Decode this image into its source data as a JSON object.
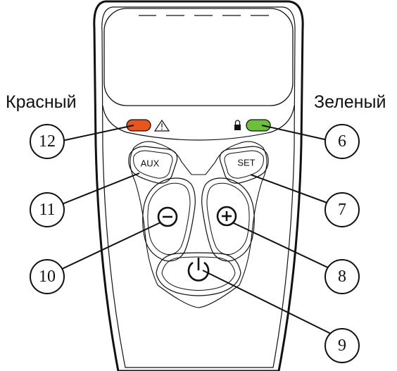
{
  "labels": {
    "red": "Красный",
    "green": "Зеленый"
  },
  "buttons": {
    "aux": "AUX",
    "set": "SET"
  },
  "callouts": [
    "12",
    "11",
    "10",
    "6",
    "7",
    "8",
    "9"
  ],
  "colors": {
    "red_led": "#e8561e",
    "green_led": "#6cbf3c",
    "outline": "#111111"
  },
  "icons": {
    "warning": "warning-triangle-icon",
    "lock": "lock-icon",
    "minus": "minus-icon",
    "plus": "plus-icon",
    "power": "power-icon"
  }
}
